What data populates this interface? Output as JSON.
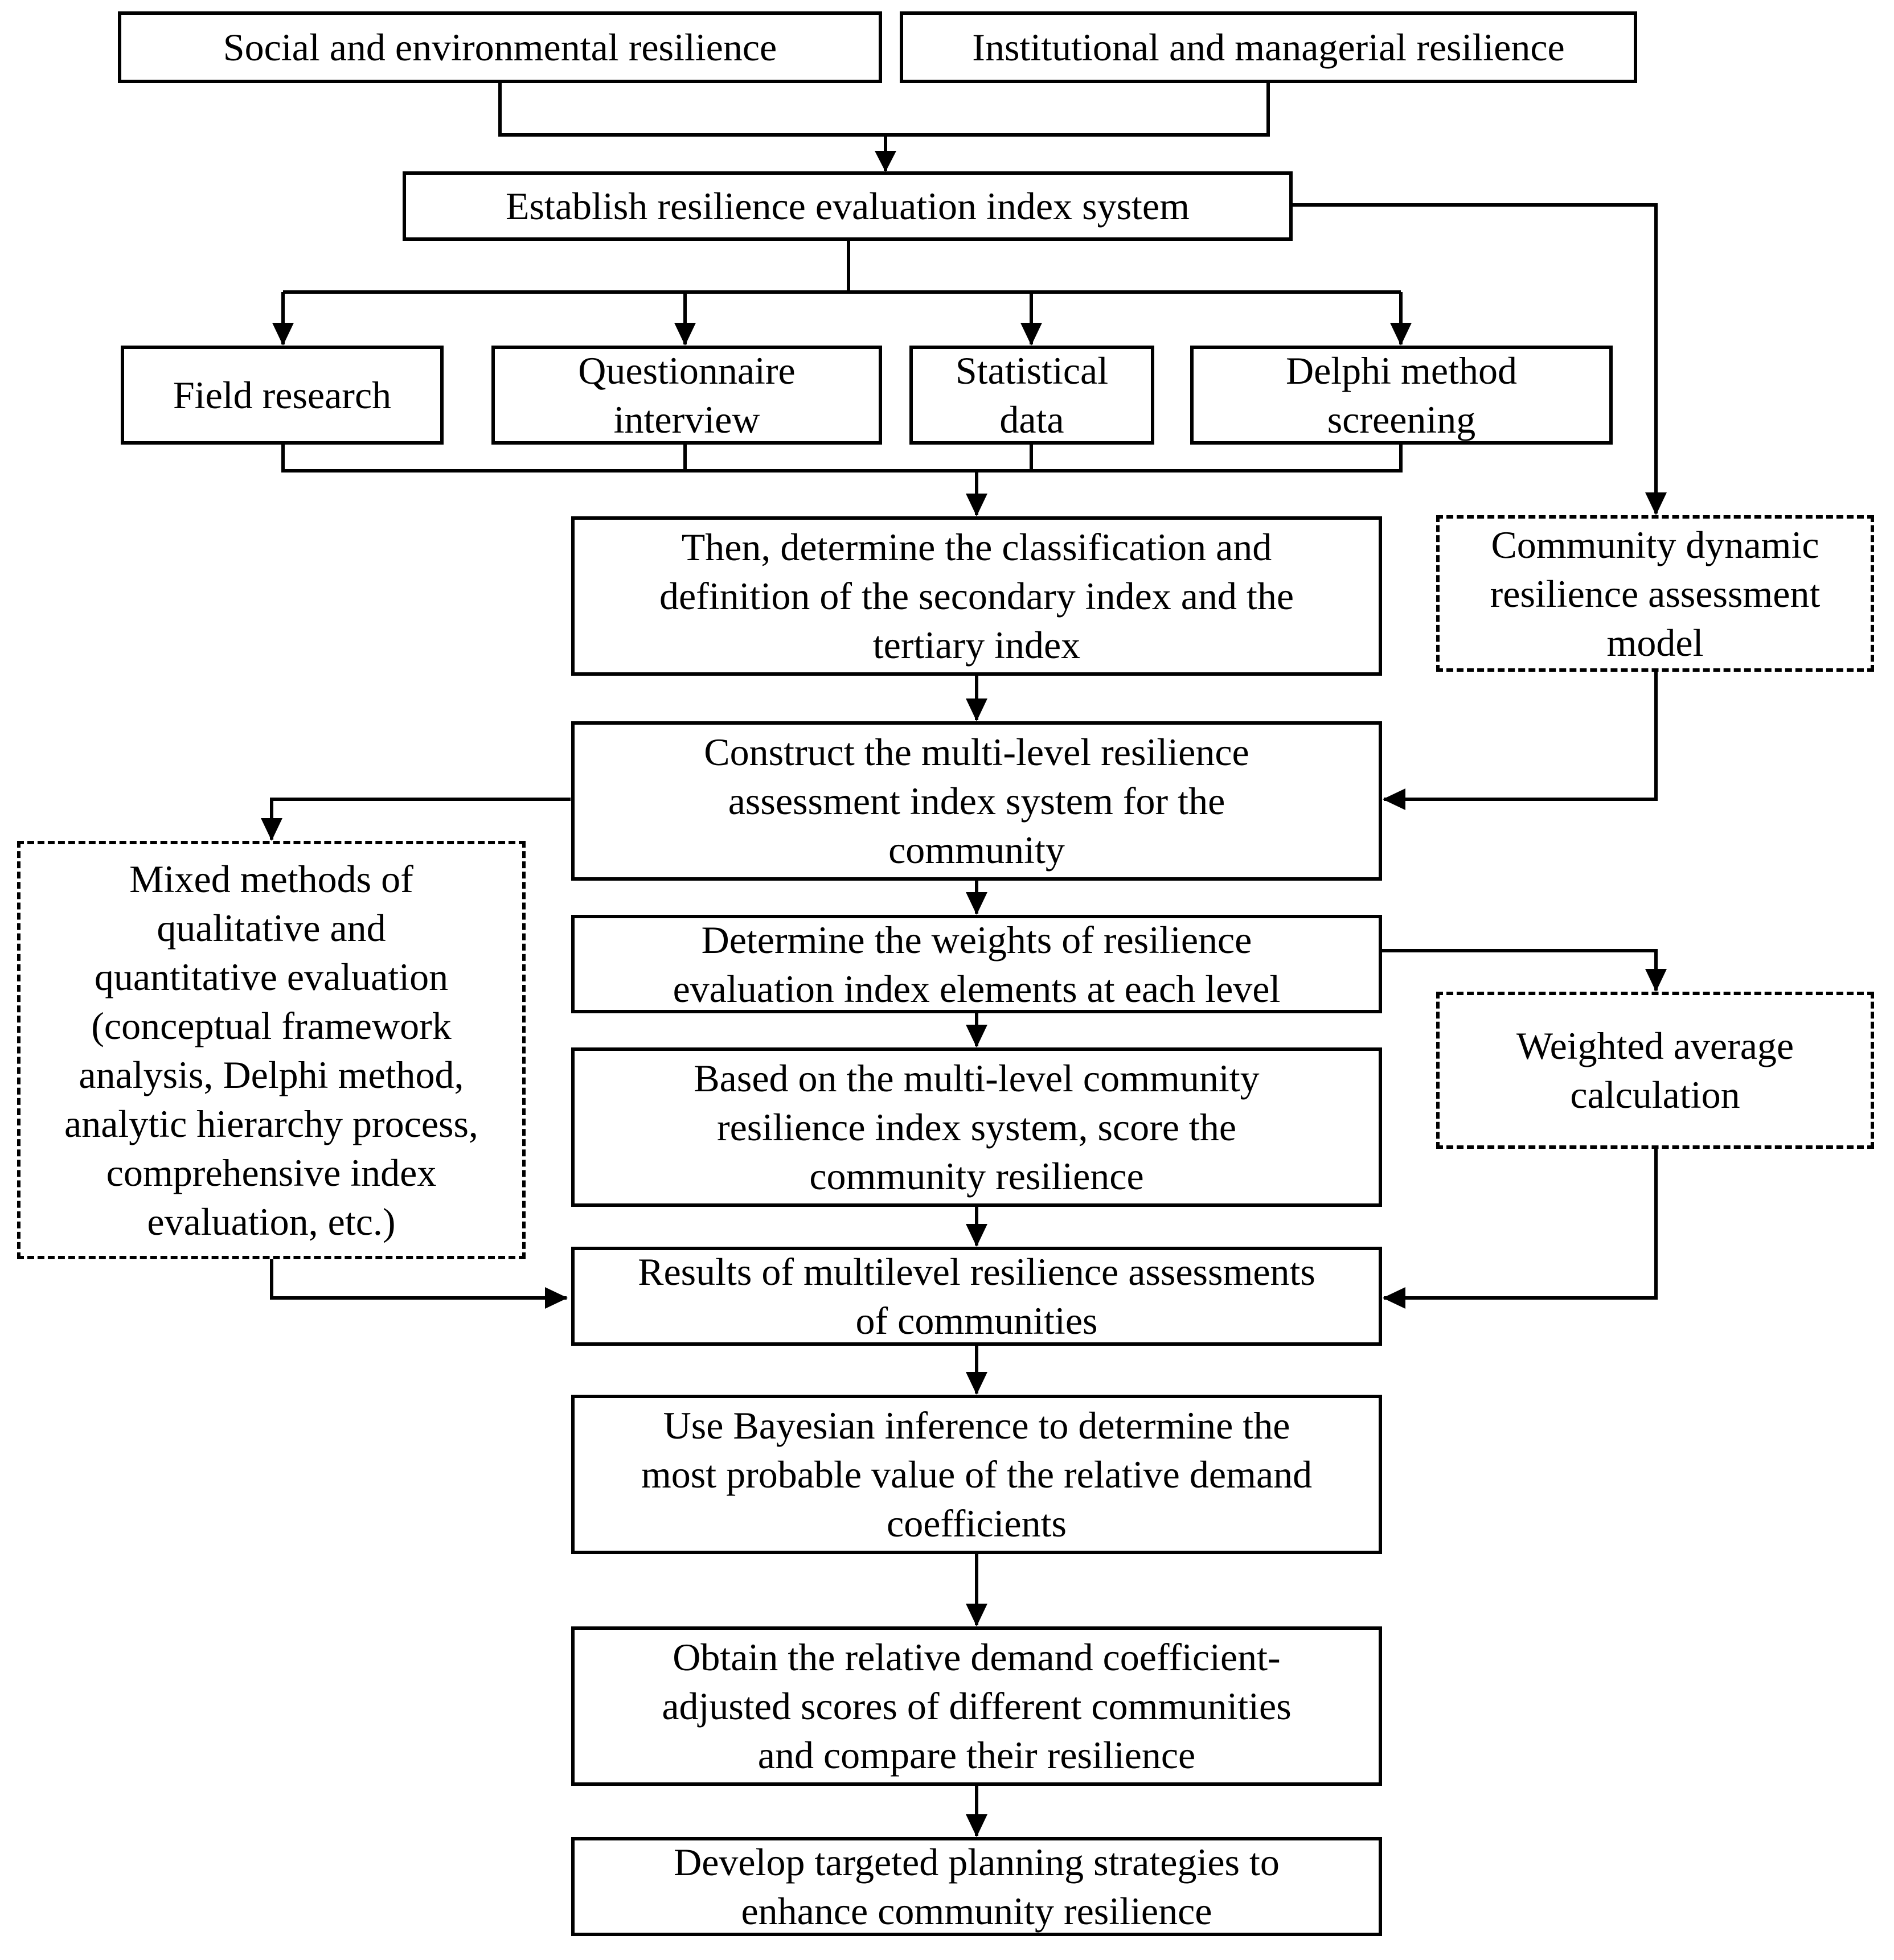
{
  "nodes": {
    "social_env": "Social and environmental resilience",
    "institutional": "Institutional and managerial resilience",
    "establish": "Establish resilience evaluation index system",
    "field_research": "Field research",
    "questionnaire": "Questionnaire\ninterview",
    "statistical": "Statistical\ndata",
    "delphi": "Delphi method\nscreening",
    "classification": "Then, determine the classification and\ndefinition of the secondary index and the\ntertiary index",
    "dynamic_model": "Community dynamic\nresilience assessment\nmodel",
    "construct": "Construct the multi-level resilience\nassessment index system for the\ncommunity",
    "mixed_methods": "Mixed methods of\nqualitative and\nquantitative evaluation\n(conceptual framework\nanalysis, Delphi method,\nanalytic hierarchy process,\ncomprehensive index\nevaluation, etc.)",
    "weights": "Determine the weights of resilience\nevaluation index elements at each level",
    "weighted_avg": "Weighted average\ncalculation",
    "score": "Based on the multi-level community\nresilience index system, score the\ncommunity resilience",
    "results": "Results of multilevel resilience assessments\nof communities",
    "bayesian": "Use Bayesian inference to determine the\nmost probable value of the relative demand\ncoefficients",
    "obtain": "Obtain the relative demand coefficient-\nadjusted scores of different communities\nand compare their resilience",
    "develop": "Develop targeted planning strategies to\nenhance community resilience"
  },
  "style": {
    "line_color": "#000000",
    "box_border": "#000000",
    "background": "#ffffff"
  }
}
